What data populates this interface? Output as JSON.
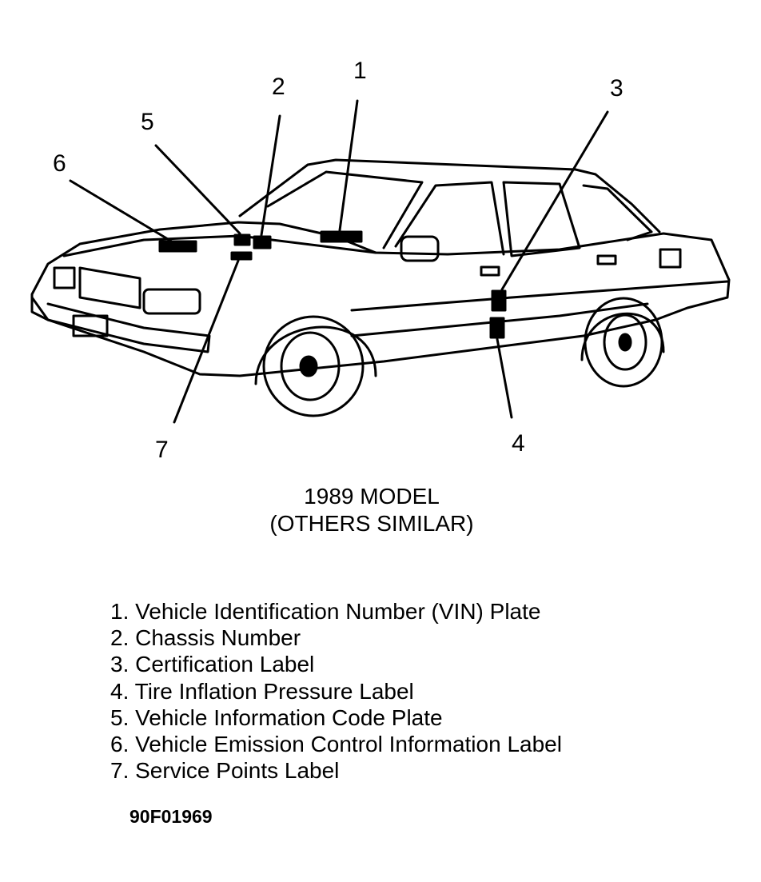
{
  "callouts": [
    "1",
    "2",
    "3",
    "4",
    "5",
    "6",
    "7"
  ],
  "caption": {
    "line1": "1989 MODEL",
    "line2": "(OTHERS SIMILAR)"
  },
  "legend": [
    "1. Vehicle Identification Number (VIN) Plate",
    "2. Chassis Number",
    "3. Certification Label",
    "4. Tire Inflation Pressure Label",
    "5. Vehicle Information Code Plate",
    "6. Vehicle Emission Control Information Label",
    "7. Service Points Label"
  ],
  "figure_code": "90F01969",
  "colors": {
    "ink": "#000000",
    "paper": "#ffffff"
  }
}
